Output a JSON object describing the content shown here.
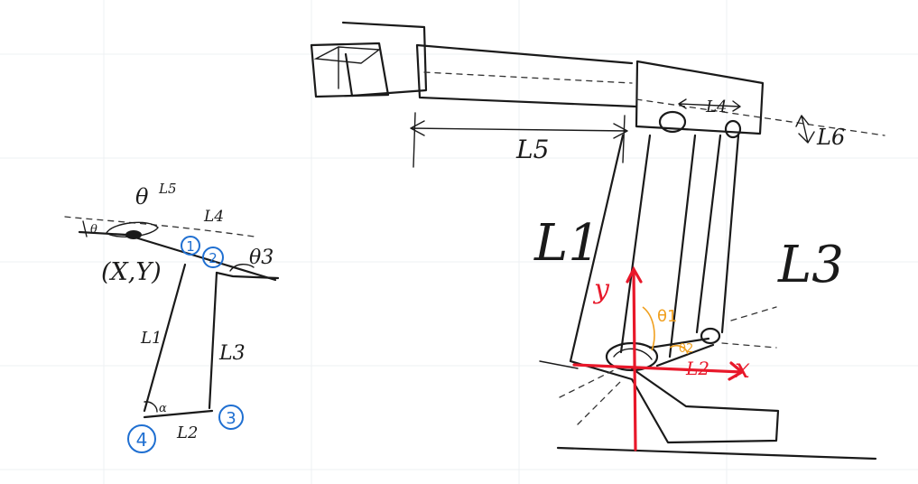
{
  "left_sketch": {
    "labels": {
      "theta_top": "θ",
      "l5_small": "L5",
      "l4": "L4",
      "theta_small": "θ",
      "point": "(X,Y)",
      "theta3": "θ3",
      "l1": "L1",
      "l3": "L3",
      "alpha": "α",
      "l2": "L2"
    },
    "markers": [
      "1",
      "2",
      "3",
      "4"
    ]
  },
  "right_sketch": {
    "labels": {
      "l4_top": "L4",
      "l5": "L5",
      "l6": "L6",
      "l1_big": "L1",
      "l3_big": "L3",
      "y_axis": "y",
      "x_axis": "x",
      "theta1": "θ1",
      "theta2": "θ2",
      "l2": "L2"
    }
  },
  "colors": {
    "ink": "#1a1a1a",
    "marker": "#1f6fd1",
    "axis": "#e8182a",
    "angle": "#f0a020"
  }
}
